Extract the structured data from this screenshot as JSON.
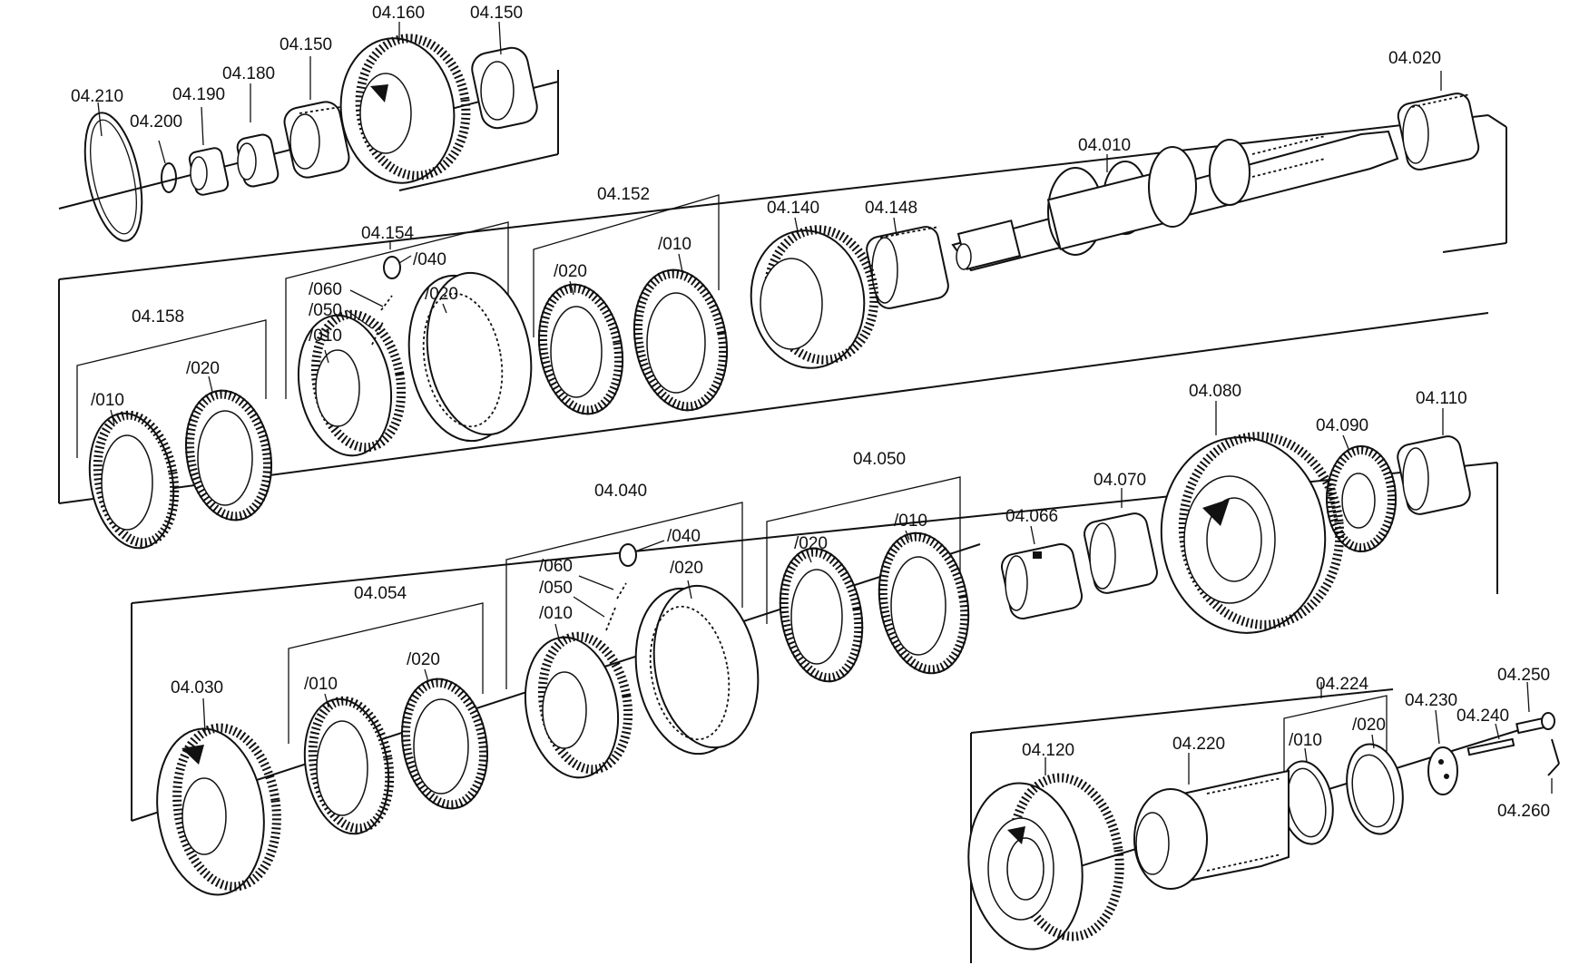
{
  "labels": {
    "l04_210": "04.210",
    "l04_200": "04.200",
    "l04_190": "04.190",
    "l04_180": "04.180",
    "l04_150a": "04.150",
    "l04_160": "04.160",
    "l04_150b": "04.150",
    "l04_020": "04.020",
    "l04_010": "04.010",
    "l04_148": "04.148",
    "l04_140": "04.140",
    "l04_152": "04.152",
    "l04_152_010": "/010",
    "l04_152_020": "/020",
    "l04_154": "04.154",
    "l04_154_040": "/040",
    "l04_154_060": "/060",
    "l04_154_050": "/050",
    "l04_154_010": "/010",
    "l04_154_020": "/020",
    "l04_158": "04.158",
    "l04_158_010": "/010",
    "l04_158_020": "/020",
    "l04_080": "04.080",
    "l04_090": "04.090",
    "l04_110": "04.110",
    "l04_050": "04.050",
    "l04_050_020": "/020",
    "l04_050_010": "/010",
    "l04_066": "04.066",
    "l04_070": "04.070",
    "l04_040": "04.040",
    "l04_040_040": "/040",
    "l04_040_060": "/060",
    "l04_040_050": "/050",
    "l04_040_010": "/010",
    "l04_040_020": "/020",
    "l04_054": "04.054",
    "l04_054_010": "/010",
    "l04_054_020": "/020",
    "l04_030": "04.030",
    "l04_224": "04.224",
    "l04_224_010": "/010",
    "l04_224_020": "/020",
    "l04_230": "04.230",
    "l04_240": "04.240",
    "l04_250": "04.250",
    "l04_260": "04.260",
    "l04_120": "04.120",
    "l04_220": "04.220"
  }
}
